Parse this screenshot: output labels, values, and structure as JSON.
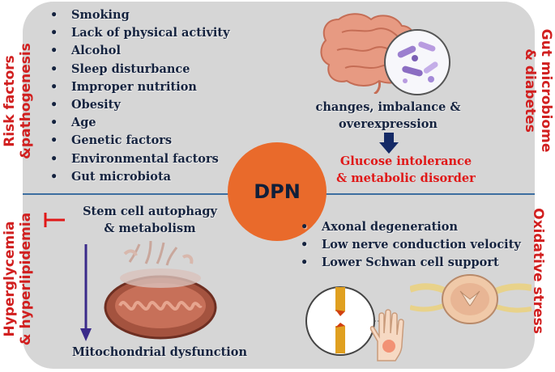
{
  "center": {
    "label": "DPN"
  },
  "quadrants": {
    "risk_factors": {
      "title_line1": "Risk factors",
      "title_line2": "&pathogenesis",
      "items": [
        "Smoking",
        "Lack of physical activity",
        "Alcohol",
        "Sleep disturbance",
        "Improper nutrition",
        "Obesity",
        "Age",
        "Genetic factors",
        "Environmental factors",
        "Gut microbiota"
      ]
    },
    "gut": {
      "title_line1": "Gut microbiome",
      "title_line2": "& diabetes",
      "caption_line1": "changes, imbalance &",
      "caption_line2": "overexpression",
      "result_line1": "Glucose intolerance",
      "result_line2": "& metabolic disorder"
    },
    "hyperglycemia": {
      "title_line1": "Hyperglycemia",
      "title_line2": "& hyperlipidemia",
      "top_line1": "Stem cell autophagy",
      "top_line2": "& metabolism",
      "bottom": "Mitochondrial dysfunction"
    },
    "oxidative": {
      "title": "Oxidative stress",
      "items": [
        "Axonal degeneration",
        "Low nerve conduction velocity",
        "Lower Schwan cell support"
      ]
    }
  },
  "colors": {
    "panel": "#d6d6d6",
    "divider": "#3d6ea0",
    "title_red": "#d11f1f",
    "text_navy": "#15233f",
    "center_orange": "#e96a2b",
    "arrow_purple": "#3a2a8a"
  },
  "icons": [
    "intestine-icon",
    "bacteria-icon",
    "mitochondria-icon",
    "nerve-icon",
    "hand-icon",
    "spinal-cord-icon"
  ]
}
